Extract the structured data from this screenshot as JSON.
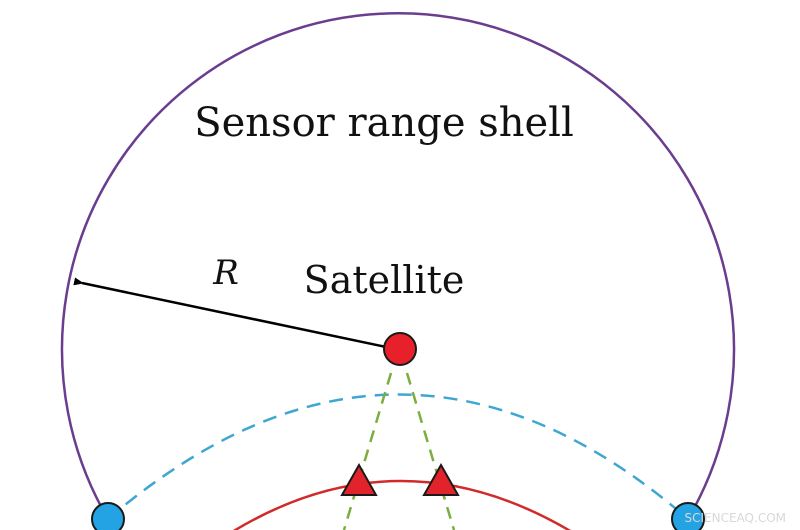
{
  "labels": {
    "shell": "Sensor range shell",
    "satellite": "Satellite",
    "radius": "R",
    "watermark": "SCIENCEAQ.COM"
  },
  "colors": {
    "shell": "#6a3d8f",
    "orbit_dashed": "#3ea7d1",
    "earth": "#d12a2a",
    "beam": "#7aae3e",
    "satellite_fill": "#e8202a",
    "node_fill": "#23a3e3",
    "debris_fill": "#e3232b",
    "arrow": "#000000"
  }
}
